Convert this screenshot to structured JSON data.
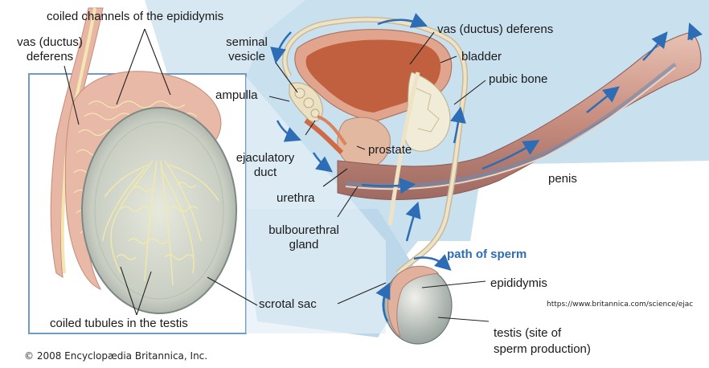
{
  "labels": {
    "coiled_channels": "coiled channels of the epididymis",
    "vas_left_1": "vas (ductus)",
    "vas_left_2": "deferens",
    "seminal_vesicle_1": "seminal",
    "seminal_vesicle_2": "vesicle",
    "ampulla": "ampulla",
    "ejaculatory_1": "ejaculatory",
    "ejaculatory_2": "duct",
    "prostate": "prostate",
    "urethra": "urethra",
    "bulbourethral_1": "bulbourethral",
    "bulbourethral_2": "gland",
    "vas_right": "vas (ductus) deferens",
    "bladder": "bladder",
    "pubic_bone": "pubic bone",
    "penis": "penis",
    "path_of_sperm": "path of sperm",
    "epididymis": "epididymis",
    "testis_1": "testis (site of",
    "testis_2": "sperm production)",
    "scrotal_sac": "scrotal sac",
    "coiled_tubules": "coiled tubules in the testis"
  },
  "source_url": "https://www.britannica.com/science/ejac",
  "copyright": "© 2008 Encyclopædia Britannica, Inc.",
  "colors": {
    "background_blue": "#bcd7ea",
    "tissue_pink": "#d99a82",
    "bladder_red": "#c0603e",
    "duct_cream": "#f3e8c8",
    "arrow_blue": "#2d6db5",
    "frame_blue": "#6e9bc8"
  }
}
